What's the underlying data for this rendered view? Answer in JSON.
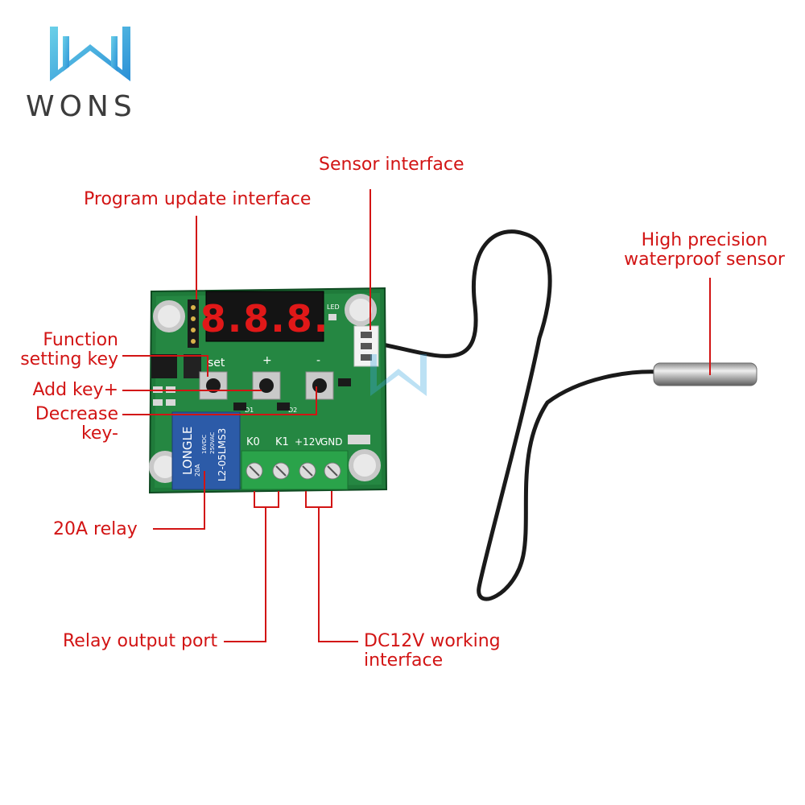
{
  "brand": {
    "name": "WONS",
    "color": "#3fa9e0"
  },
  "board": {
    "display_digits": "8.8.8.",
    "led_label": "LED",
    "set_label": "set",
    "plus_label": "+",
    "minus_label": "-",
    "relay_brand": "LONGLE",
    "relay_model": "L2-05LMS3",
    "relay_rating": "20A",
    "relay_spec_1": "16VDC",
    "relay_spec_2": "250VAC",
    "terminal_labels": [
      "K0",
      "K1",
      "+12V",
      "GND"
    ],
    "d1_label": "D1",
    "d2_label": "D2"
  },
  "labels": {
    "sensor_interface": "Sensor interface",
    "program_update": "Program update interface",
    "high_precision_1": "High precision",
    "high_precision_2": "waterproof sensor",
    "function_setting_1": "Function",
    "function_setting_2": "setting key",
    "add_key": "Add key+",
    "decrease_key_1": "Decrease",
    "decrease_key_2": "key-",
    "relay_20a": "20A relay",
    "relay_output": "Relay output port",
    "dc12v_1": "DC12V working",
    "dc12v_2": "interface"
  },
  "colors": {
    "label_red": "#d21414",
    "pcb_green": "#1f7a3a",
    "relay_blue": "#2c5ba8",
    "terminal_green": "#2aa34a",
    "display_red": "#e01818"
  }
}
